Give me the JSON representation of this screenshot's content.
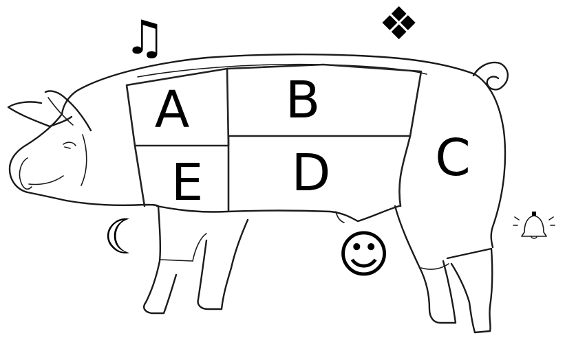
{
  "regions": [
    {
      "id": "A",
      "label": "A"
    },
    {
      "id": "B",
      "label": "B"
    },
    {
      "id": "C",
      "label": "C"
    },
    {
      "id": "D",
      "label": "D"
    },
    {
      "id": "E",
      "label": "E"
    }
  ],
  "symbols": [
    {
      "name": "music-note-icon",
      "glyph": "♫"
    },
    {
      "name": "four-diamonds-icon",
      "glyph": "❖"
    },
    {
      "name": "crescent-moon-icon",
      "glyph": "☾"
    },
    {
      "name": "smiley-face-icon",
      "glyph": "☺"
    },
    {
      "name": "bell-icon",
      "glyph": ""
    }
  ],
  "colors": {
    "outline": "#1a1a1a",
    "label": "#000000",
    "background": "#ffffff"
  }
}
